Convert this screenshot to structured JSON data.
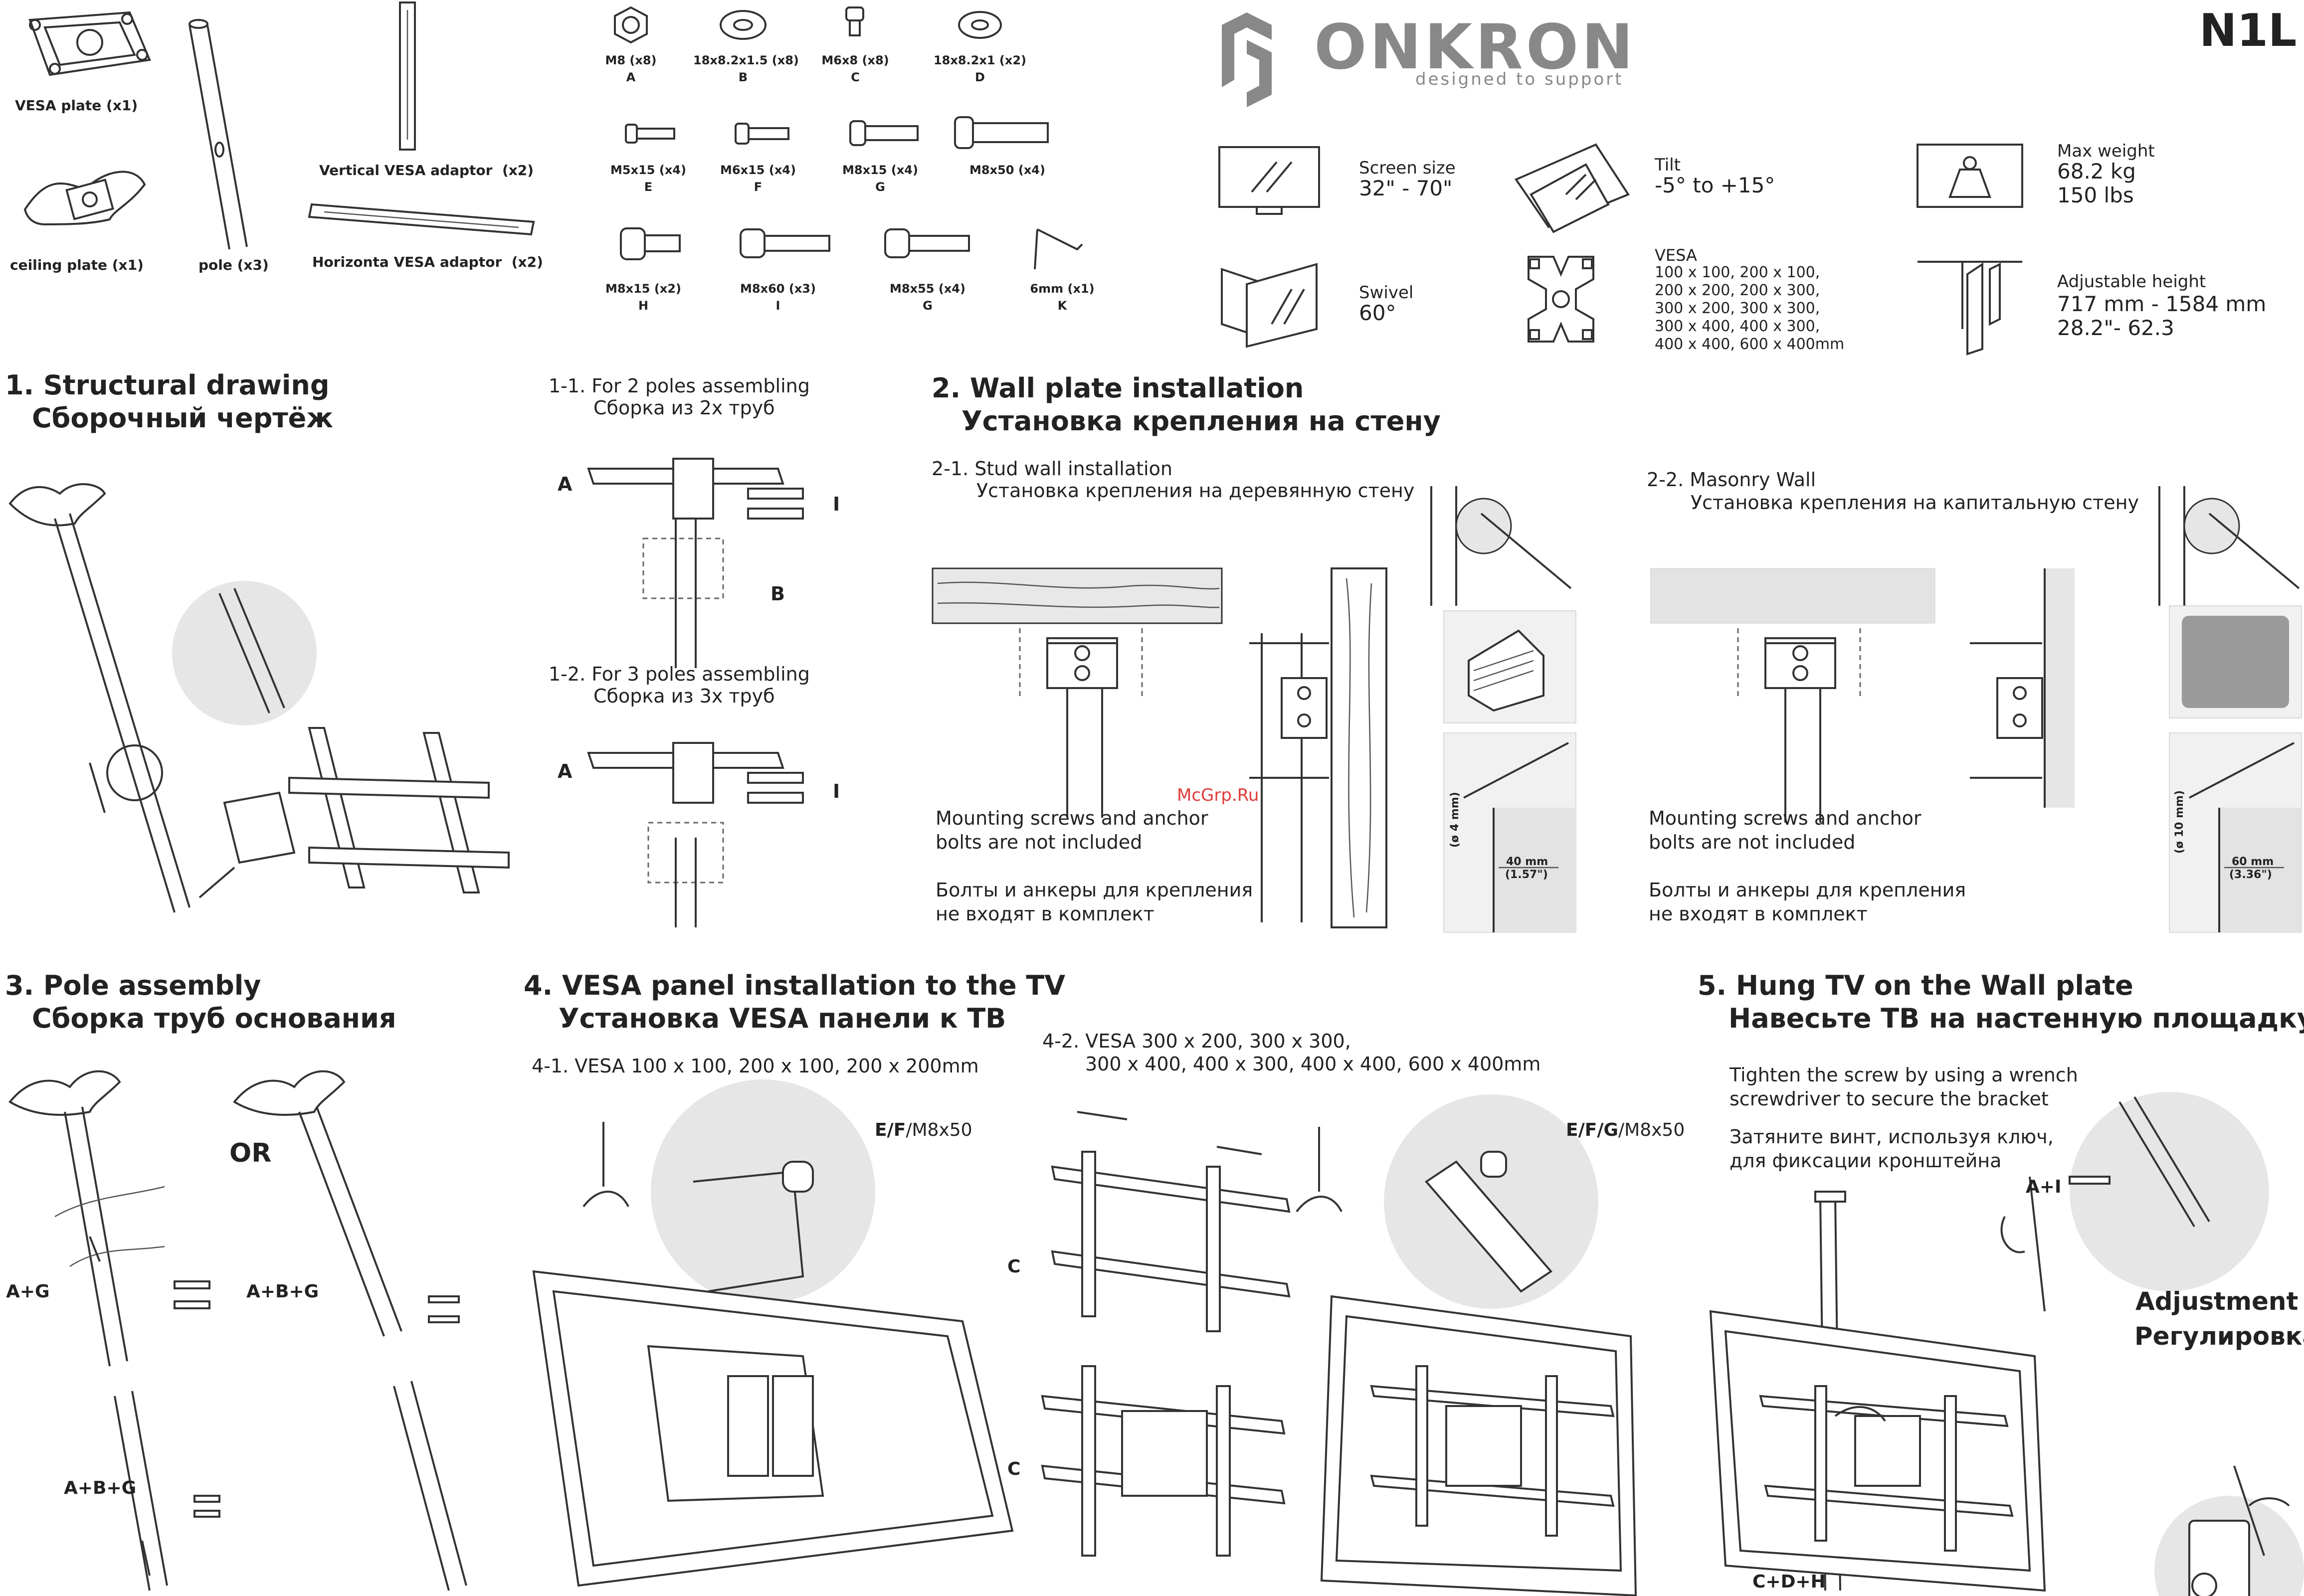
{
  "header": {
    "brand": "ONKRON",
    "tagline": "designed to support",
    "model": "N1L"
  },
  "parts": [
    {
      "label": "VESA plate (x1)"
    },
    {
      "label": "ceiling plate (x1)"
    },
    {
      "label": "pole (x3)"
    },
    {
      "label": "Vertical VESA adaptor  (x2)"
    },
    {
      "label": "Horizonta VESA adaptor  (x2)"
    }
  ],
  "hardware": [
    {
      "size": "M8 (x8)",
      "code": "A",
      "icon": "nut-icon"
    },
    {
      "size": "18x8.2x1.5 (x8)",
      "code": "B",
      "icon": "washer-icon"
    },
    {
      "size": "M6x8 (x8)",
      "code": "C",
      "icon": "screw-icon"
    },
    {
      "size": "18x8.2x1 (x2)",
      "code": "D",
      "icon": "washer-icon"
    },
    {
      "size": "M5x15 (x4)",
      "code": "E",
      "icon": "screw-icon"
    },
    {
      "size": "M6x15 (x4)",
      "code": "F",
      "icon": "screw-icon"
    },
    {
      "size": "M8x15 (x4)",
      "code": "G",
      "icon": "screw-icon"
    },
    {
      "size": "M8x50 (x4)",
      "code": "",
      "icon": "screw-icon"
    },
    {
      "size": "M8x15 (x2)",
      "code": "H",
      "icon": "hex-bolt-icon"
    },
    {
      "size": "M8x60 (x3)",
      "code": "I",
      "icon": "hex-bolt-icon"
    },
    {
      "size": "M8x55 (x4)",
      "code": "G",
      "icon": "hex-bolt-icon"
    },
    {
      "size": "6mm (x1)",
      "code": "K",
      "icon": "allen-key-icon"
    }
  ],
  "specs": {
    "screen_label": "Screen size",
    "screen_value": "32\" - 70\"",
    "tilt_label": "Tilt",
    "tilt_value": "-5° to +15°",
    "weight_label": "Max weight",
    "weight_kg": "68.2 kg",
    "weight_lbs": "150 lbs",
    "swivel_label": "Swivel",
    "swivel_value": "60°",
    "vesa_label": "VESA",
    "vesa_lines": [
      "100 x 100, 200 x 100,",
      "200 x 200, 200 x 300,",
      "300 x 200, 300 x 300,",
      "300 x 400, 400 x 300,",
      "400 x 400, 600 x 400mm"
    ],
    "height_label": "Adjustable height",
    "height_mm": "717 mm - 1584 mm",
    "height_in": "28.2\"- 62.3"
  },
  "section1": {
    "title_en": "1. Structural drawing",
    "title_ru": "Сборочный чертёж",
    "sub1_en": "1-1. For 2 poles assembling",
    "sub1_ru": "Сборка из 2х труб",
    "sub2_en": "1-2. For 3 poles assembling",
    "sub2_ru": "Сборка из 3х труб",
    "label_a": "A",
    "label_b": "B",
    "label_i": "I"
  },
  "section2": {
    "title_en": "2. Wall plate installation",
    "title_ru": "Установка крепления на стену",
    "stud_en": "2-1. Stud wall installation",
    "stud_ru": "Установка крепления на деревянную стену",
    "masonry_en": "2-2. Masonry Wall",
    "masonry_ru": "Установка крепления на капитальную стену",
    "note_en_1": "Mounting screws and anchor",
    "note_en_2": "bolts are not included",
    "note_ru_1": "Болты и анкеры для крепления",
    "note_ru_2": "не входят в комплект",
    "stud_drill_diam": "(ø 4 mm)",
    "stud_drill_depth": "40 mm",
    "stud_drill_depth_in": "(1.57\")",
    "mas_drill_diam": "(ø 10 mm)",
    "mas_drill_depth": "60 mm",
    "mas_drill_depth_in": "(3.36\")",
    "watermark": "McGrp.Ru"
  },
  "section3": {
    "title_en": "3. Pole assembly",
    "title_ru": "Сборка труб основания",
    "or": "OR",
    "ag": "A+G",
    "abg1": "A+B+G",
    "abg2": "A+B+G"
  },
  "section4": {
    "title_en": "4. VESA panel installation to the TV",
    "title_ru": "Установка VESA панели к ТВ",
    "sub1": "4-1. VESA 100 x 100, 200 x 100, 200 x 200mm",
    "sub2_1": "4-2. VESA 300 x 200, 300 x 300,",
    "sub2_2": "300 x 400, 400 x 300, 400 x 400, 600 x 400mm",
    "screw1_bold": "E/F",
    "screw1_rest": "/M8x50",
    "screw2_bold": "E/F/G",
    "screw2_rest": "/M8x50",
    "c1": "C",
    "c2": "C"
  },
  "section5": {
    "title_en": "5. Hung TV on the Wall plate",
    "title_ru": "Навесьте ТВ на настенную площадку",
    "note_en_1": "Tighten the screw by using a wrench",
    "note_en_2": "screwdriver to secure the bracket",
    "note_ru_1": "Затяните винт, используя ключ,",
    "note_ru_2": "для фиксации кронштейна",
    "ai": "A+I",
    "cdh": "C+D+H",
    "adj_en": "Adjustment",
    "adj_ru": "Регулировка"
  }
}
